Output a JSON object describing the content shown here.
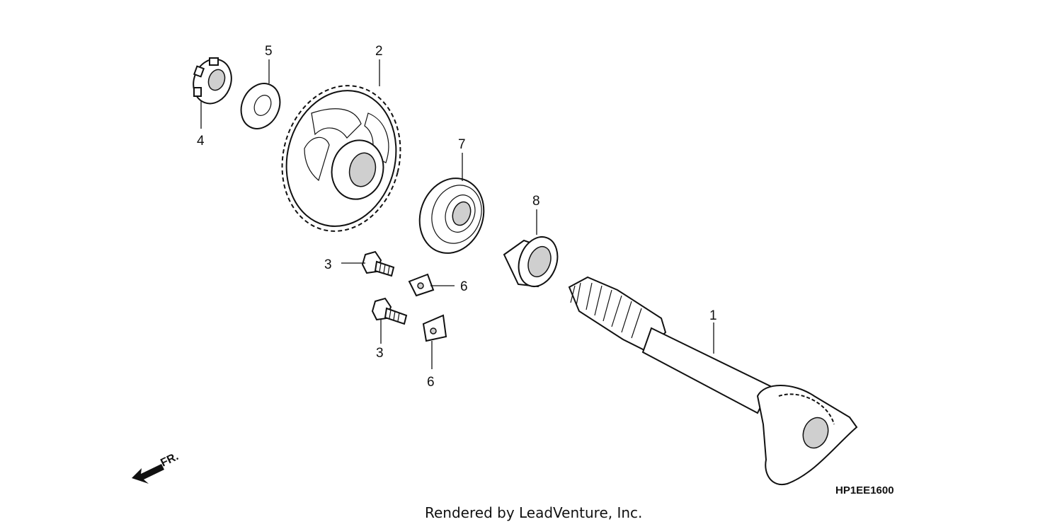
{
  "diagram": {
    "code": "HP1EE1600",
    "credit": "Rendered by LeadVenture, Inc.",
    "direction_label": "FR.",
    "callouts": [
      {
        "id": "c1",
        "label": "1"
      },
      {
        "id": "c2",
        "label": "2"
      },
      {
        "id": "c3a",
        "label": "3"
      },
      {
        "id": "c3b",
        "label": "3"
      },
      {
        "id": "c4",
        "label": "4"
      },
      {
        "id": "c5",
        "label": "5"
      },
      {
        "id": "c6a",
        "label": "6"
      },
      {
        "id": "c6b",
        "label": "6"
      },
      {
        "id": "c7",
        "label": "7"
      },
      {
        "id": "c8",
        "label": "8"
      }
    ]
  }
}
